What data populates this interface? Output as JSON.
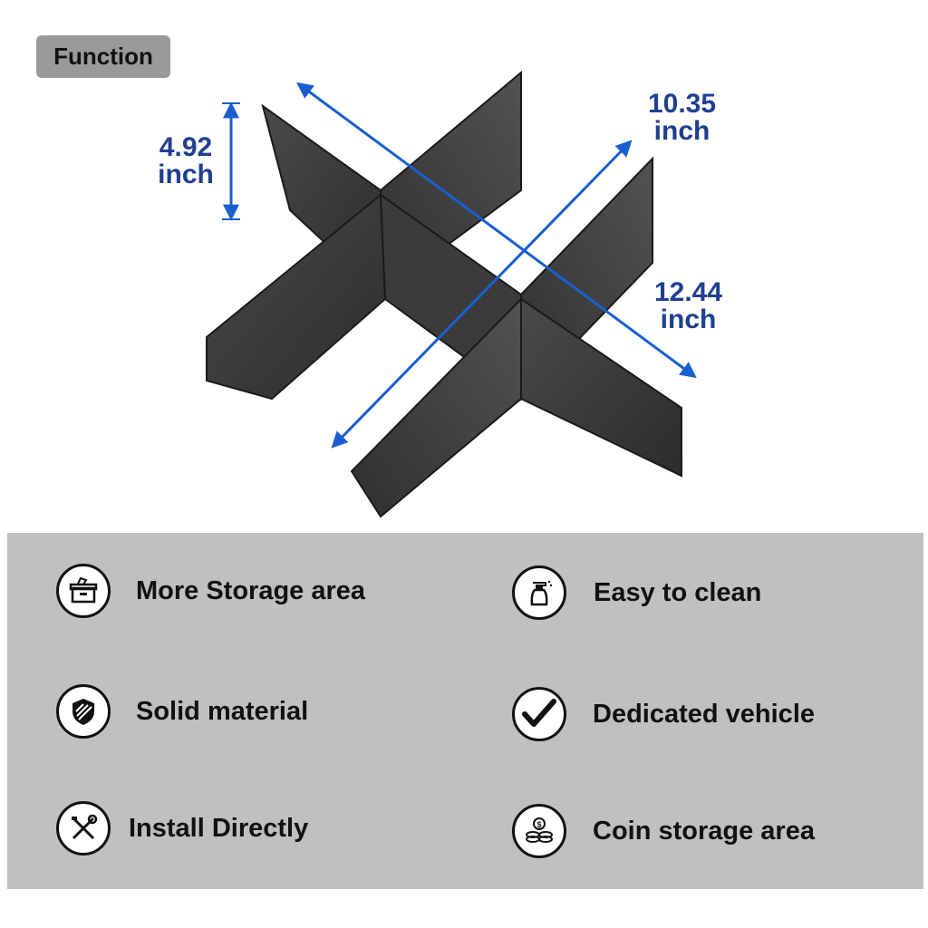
{
  "header": {
    "badge_label": "Function"
  },
  "dimensions": {
    "height": {
      "value": "4.92",
      "unit": "inch"
    },
    "width": {
      "value": "10.35",
      "unit": "inch"
    },
    "length": {
      "value": "12.44",
      "unit": "inch"
    }
  },
  "colors": {
    "arrow": "#1a5fd0",
    "dimension_text": "#1f3f8f",
    "panel_bg": "#c0c0c0",
    "badge_bg": "#9a9a9a",
    "divider": "#3a3a3a"
  },
  "features": [
    {
      "label": "More Storage area",
      "icon": "storage-box-icon"
    },
    {
      "label": "Easy to clean",
      "icon": "spray-bottle-icon"
    },
    {
      "label": "Solid material",
      "icon": "shield-icon"
    },
    {
      "label": "Dedicated vehicle",
      "icon": "checkmark-icon"
    },
    {
      "label": "Install Directly",
      "icon": "tools-icon"
    },
    {
      "label": "Coin storage area",
      "icon": "coins-icon"
    }
  ]
}
